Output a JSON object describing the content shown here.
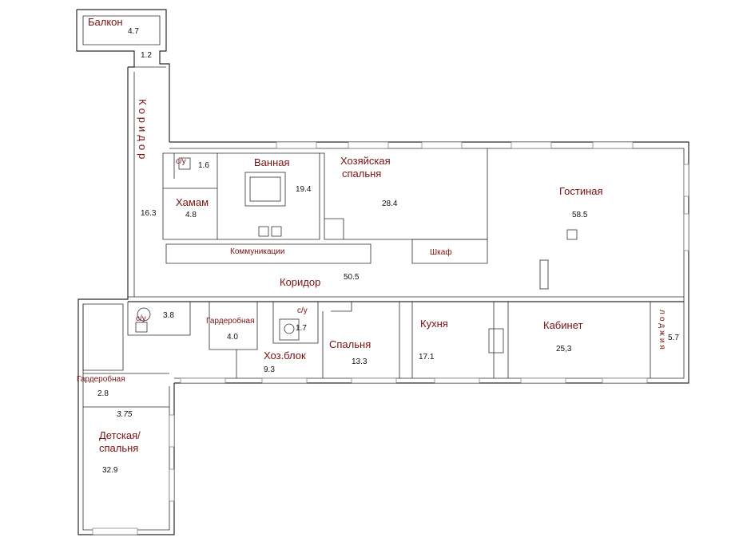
{
  "rooms": {
    "balcony": {
      "name": "Балкон",
      "area": "4.7"
    },
    "vestibule": {
      "area": "1.2"
    },
    "corridor_left": {
      "name": "Коридор",
      "area": "16.3"
    },
    "wc_top": {
      "name": "с/у",
      "area": "1.6"
    },
    "bathroom": {
      "name": "Ванная",
      "area": "19.4"
    },
    "hammam": {
      "name": "Хамам",
      "area": "4.8"
    },
    "master_bedroom": {
      "name_line1": "Хозяйская",
      "name_line2": "спальня",
      "area": "28.4"
    },
    "living_room": {
      "name": "Гостиная",
      "area": "58.5"
    },
    "utilities": {
      "name": "Коммуникации"
    },
    "closet": {
      "name": "Шкаф"
    },
    "corridor_main": {
      "name": "Коридор",
      "area": "50.5"
    },
    "wc_left": {
      "name": "с/у",
      "area": "3.8"
    },
    "wardrobe_mid": {
      "name": "Гардеробная",
      "area": "4.0"
    },
    "wc_mid": {
      "name": "с/у",
      "area": "1.7"
    },
    "utility_block": {
      "name": "Хоз.блок",
      "area": "9.3"
    },
    "bedroom": {
      "name": "Спальня",
      "area": "13.3"
    },
    "kitchen": {
      "name": "Кухня",
      "area": "17.1"
    },
    "study": {
      "name": "Кабинет",
      "area": "25,3"
    },
    "loggia": {
      "name": "лоджия",
      "area": "5.7"
    },
    "wardrobe_left": {
      "name": "Гардеробная",
      "area": "2.8"
    },
    "kids_room": {
      "name_line1": "Детская/",
      "name_line2": "спальня",
      "area": "32.9"
    }
  },
  "dimension": "3.75",
  "colors": {
    "label": "#7a1010",
    "area": "#111111",
    "wall": "#2b2b2b"
  }
}
